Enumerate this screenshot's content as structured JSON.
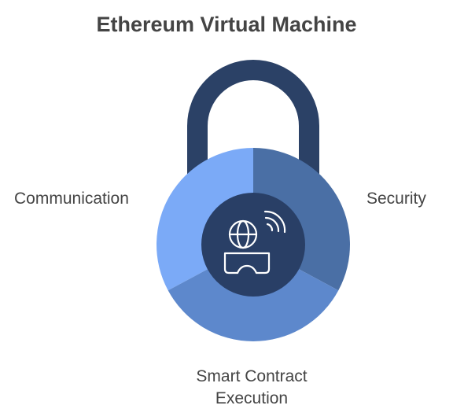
{
  "title": "Ethereum Virtual Machine",
  "segments": [
    {
      "id": "communication",
      "label": "Communication",
      "color": "#7baaf7"
    },
    {
      "id": "security",
      "label": "Security",
      "color": "#4a6fa5"
    },
    {
      "id": "smart_contract",
      "label_lines": [
        "Smart Contract",
        "Execution"
      ],
      "color": "#5d88cc"
    }
  ],
  "colors": {
    "shackle": "#2b4166",
    "center": "#293f66",
    "icon_stroke": "#ffffff",
    "text": "#444444"
  },
  "center_icon": "globe-vr-headset-icon"
}
